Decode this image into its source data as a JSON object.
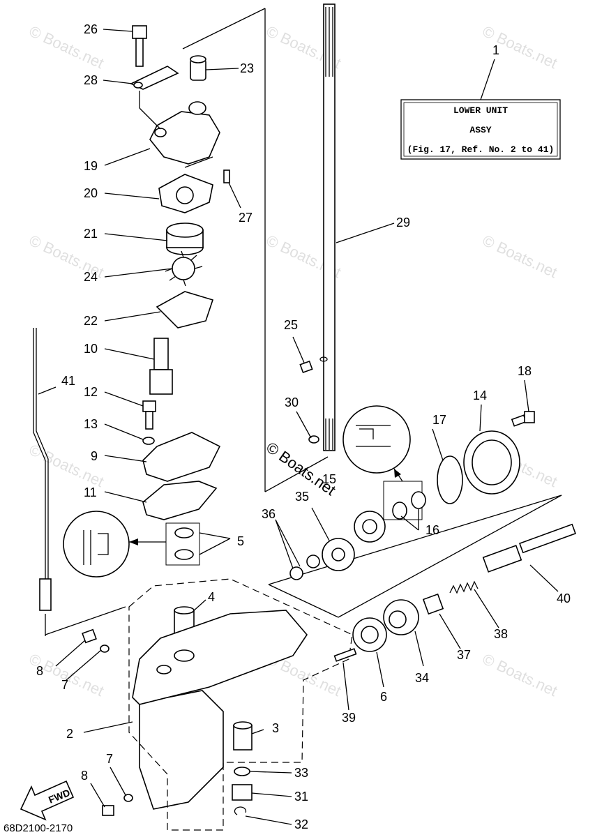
{
  "assembly_box": {
    "line1": "LOWER UNIT",
    "line2": "ASSY",
    "line3": "(Fig. 17, Ref. No. 2 to 41)"
  },
  "diagram_code": "68D2100-2170",
  "watermark": "© Boats.net",
  "fwd_label": "FWD",
  "callouts": {
    "c1": "1",
    "c2": "2",
    "c3": "3",
    "c4": "4",
    "c5": "5",
    "c6": "6",
    "c7a": "7",
    "c7b": "7",
    "c8a": "8",
    "c8b": "8",
    "c9": "9",
    "c10": "10",
    "c11": "11",
    "c12": "12",
    "c13": "13",
    "c14": "14",
    "c15": "15",
    "c16": "16",
    "c17": "17",
    "c18": "18",
    "c19": "19",
    "c20": "20",
    "c21": "21",
    "c22": "22",
    "c23": "23",
    "c24": "24",
    "c25": "25",
    "c26": "26",
    "c27": "27",
    "c28": "28",
    "c29": "29",
    "c30": "30",
    "c31": "31",
    "c32": "32",
    "c33": "33",
    "c34": "34",
    "c35": "35",
    "c36": "36",
    "c37": "37",
    "c38": "38",
    "c39": "39",
    "c40": "40",
    "c41": "41"
  }
}
